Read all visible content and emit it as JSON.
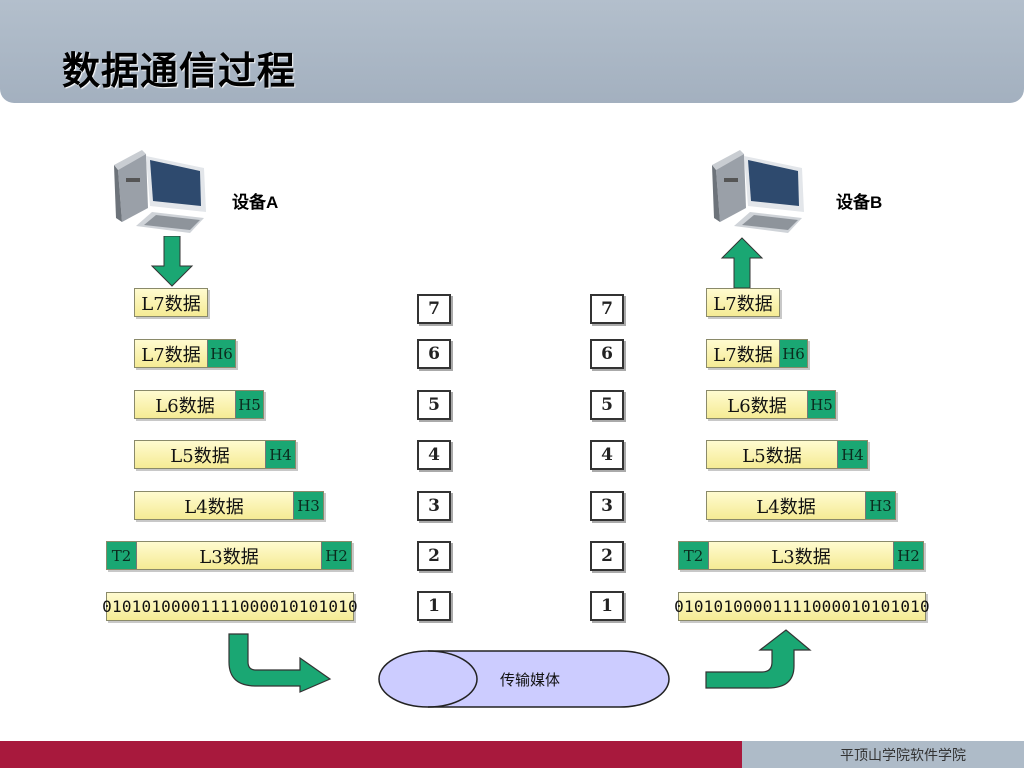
{
  "title": "数据通信过程",
  "device_a": "设备A",
  "device_b": "设备B",
  "medium": "传输媒体",
  "footer": "平顶山学院软件学院",
  "layer_numbers": [
    "7",
    "6",
    "5",
    "4",
    "3",
    "2",
    "1"
  ],
  "stack": {
    "l7": "L7数据",
    "l7h6": "L7数据",
    "h6": "H6",
    "l6": "L6数据",
    "h5": "H5",
    "l5": "L5数据",
    "h4": "H4",
    "l4": "L4数据",
    "h3": "H3",
    "t2": "T2",
    "l3": "L3数据",
    "h2": "H2",
    "bits": "01010100001111000010101010"
  },
  "colors": {
    "header_green": "#1aa773",
    "data_yellow": "#f5eb94",
    "footer_red": "#a8193d",
    "medium_purple": "#ccccff"
  }
}
